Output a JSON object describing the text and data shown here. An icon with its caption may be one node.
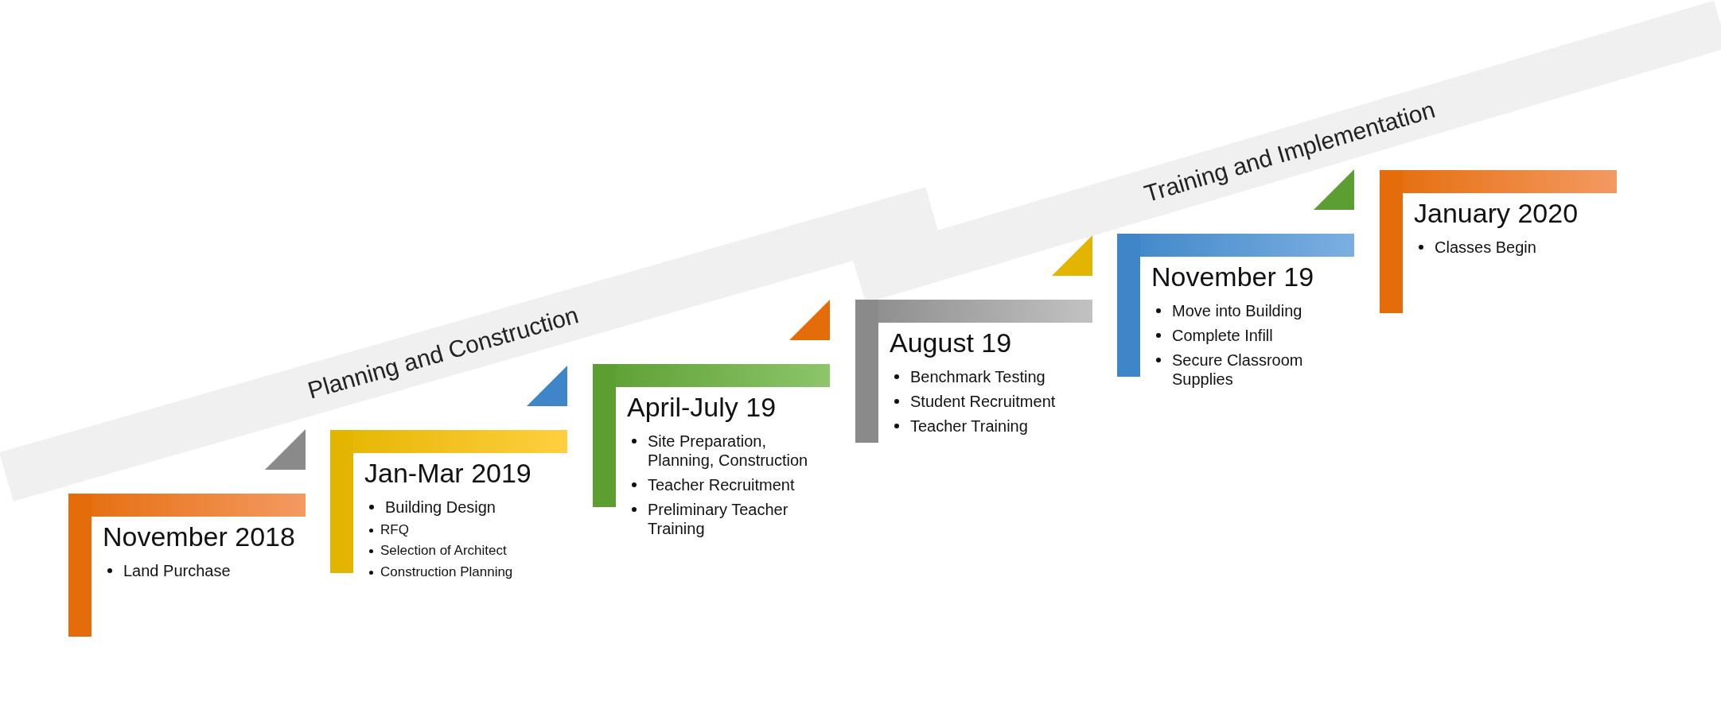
{
  "diagram": {
    "nodes": [
      {
        "text": [
          "Planning and Construction"
        ]
      },
      {
        "text": [
          "Training and Implementation"
        ]
      },
      {
        "text": [
          "November 2018",
          "Land Purchase"
        ]
      },
      {
        "text": [
          "Jan-Mar 2019",
          "Building Design",
          "RFQ",
          "Selection of Architect",
          "Construction Planning"
        ]
      },
      {
        "text": [
          "April-July 19",
          "Site Preparation, Planning, Construction",
          "Teacher Recruitment",
          "Preliminary Teacher Training"
        ]
      },
      {
        "text": [
          "August 19",
          "Benchmark Testing",
          "Student Recruitment",
          "Teacher Training"
        ]
      },
      {
        "text": [
          "November 19",
          "Move into Building",
          "Complete Infill",
          "Secure Classroom Supplies"
        ]
      },
      {
        "text": [
          "January 2020",
          "Classes Begin"
        ]
      }
    ]
  }
}
